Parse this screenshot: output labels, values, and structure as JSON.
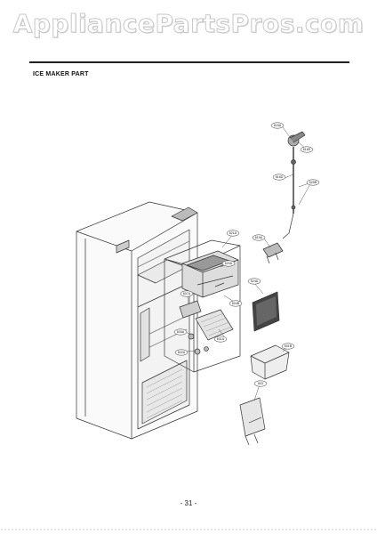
{
  "watermark": "AppliancePartsPros.com",
  "section_title": "ICE MAKER PART",
  "page_number": "- 31 -",
  "part_labels": [
    "615A",
    "616E",
    "616D",
    "625B",
    "619A",
    "621A",
    "620A",
    "607A",
    "604B",
    "605A",
    "601A",
    "602A",
    "624A",
    "601B",
    "603"
  ]
}
